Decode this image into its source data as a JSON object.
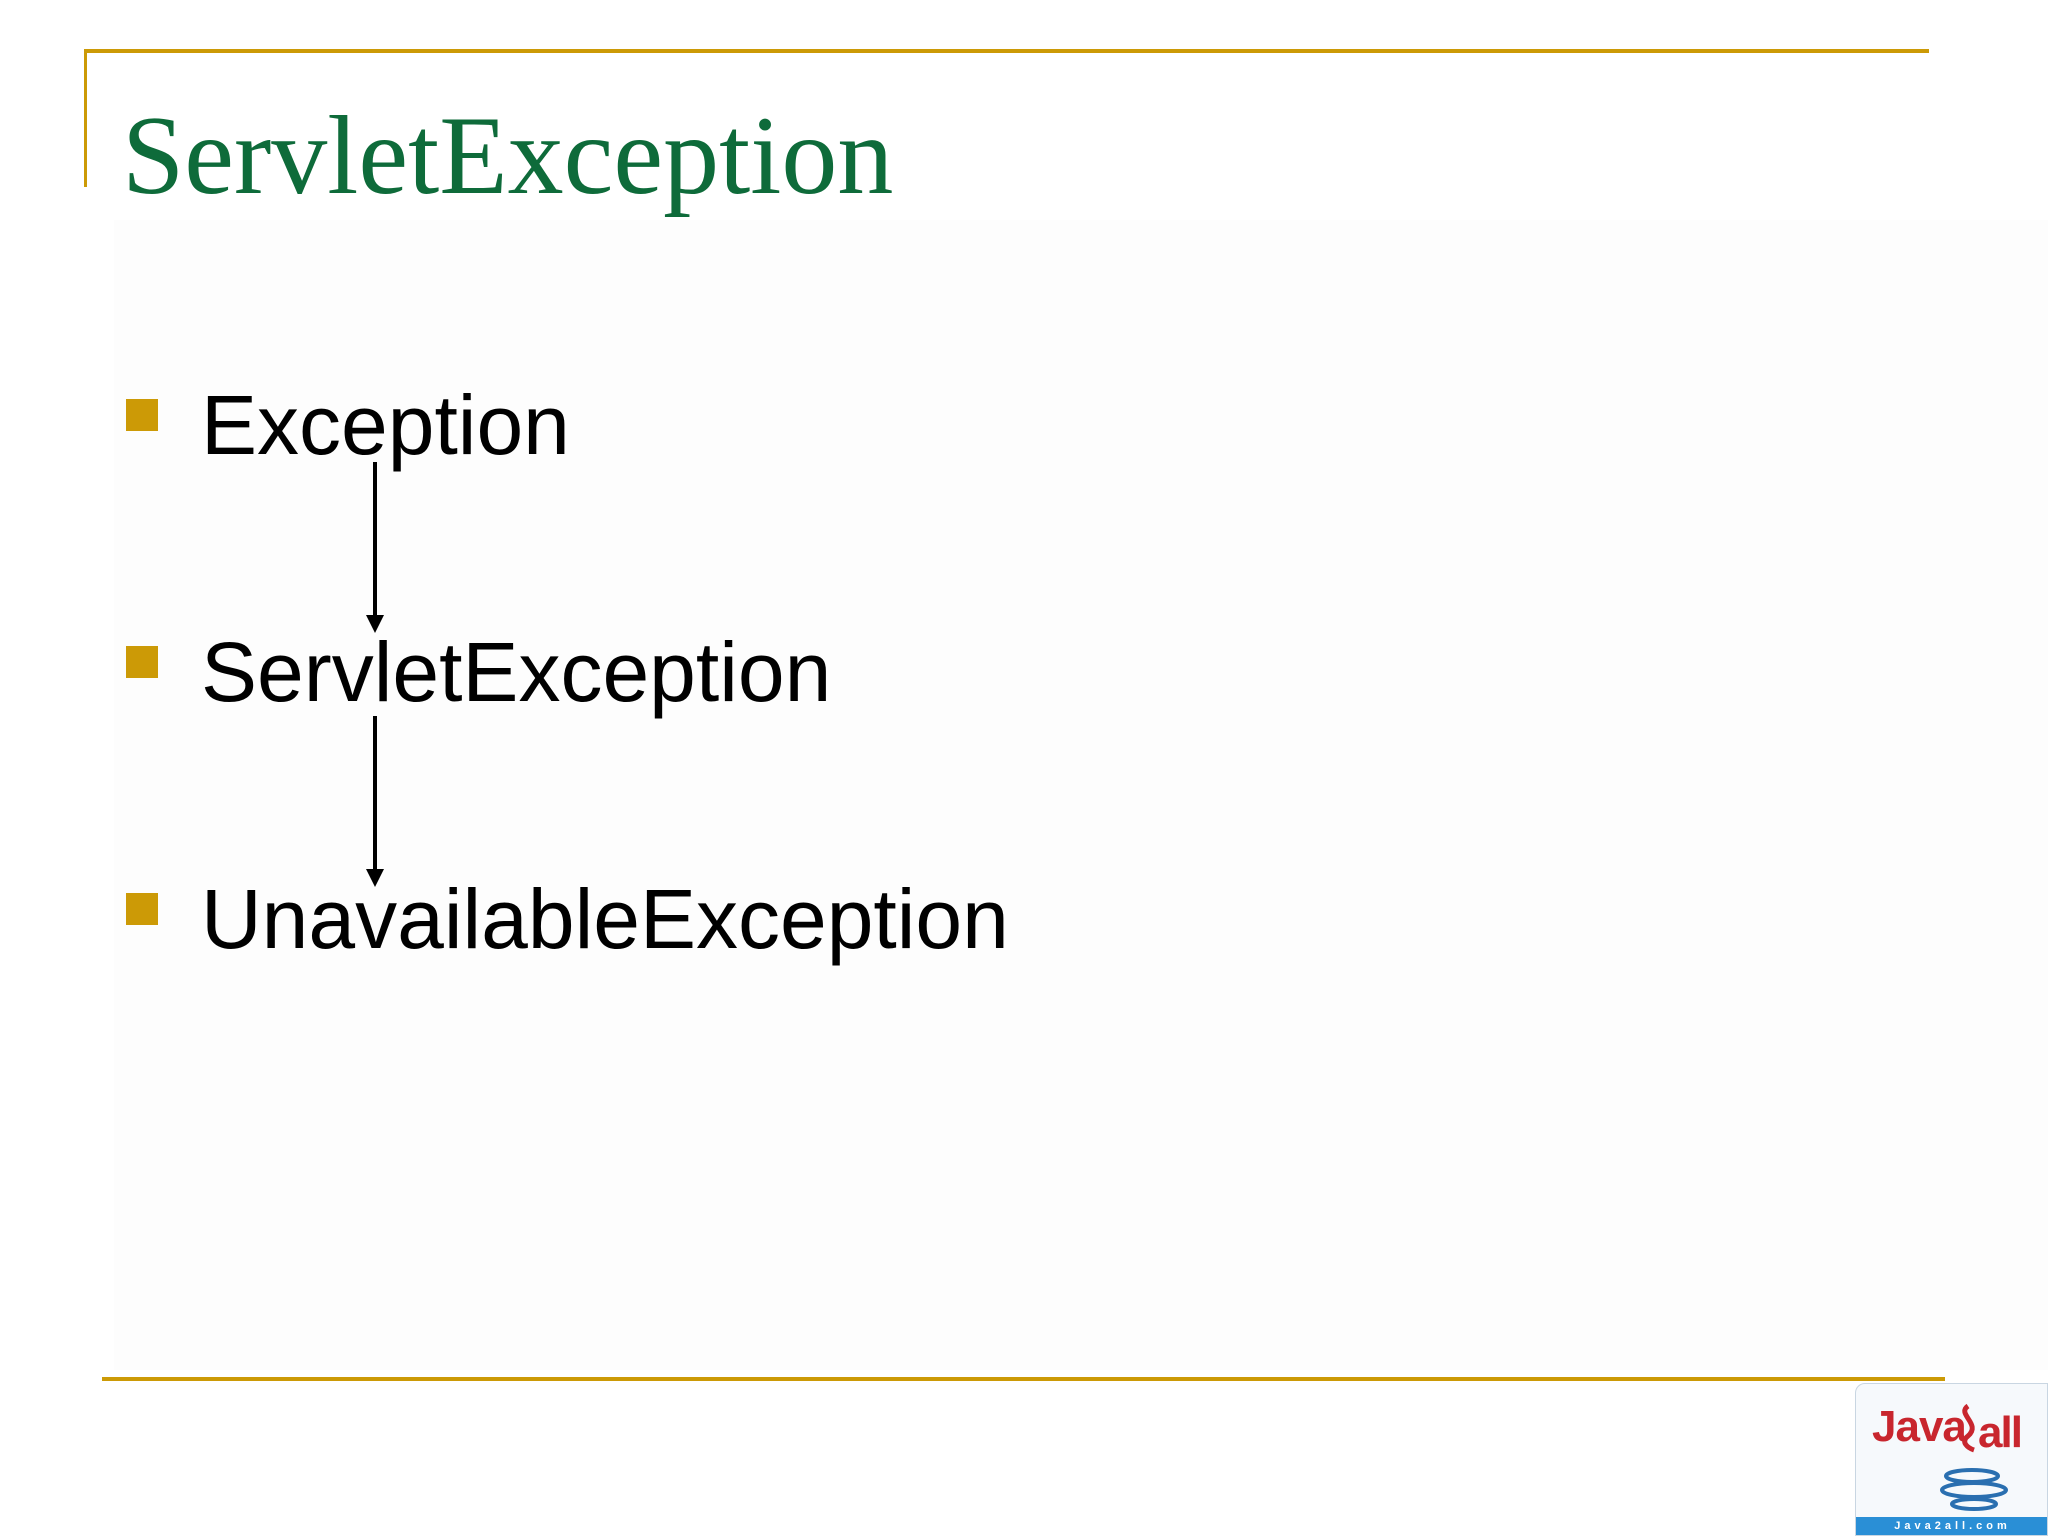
{
  "slide": {
    "title": "ServletException",
    "bullets": [
      {
        "text": "Exception"
      },
      {
        "text": "ServletException"
      },
      {
        "text": "UnavailableException"
      }
    ],
    "logo": {
      "brand_part1": "Java",
      "brand_part2": "all",
      "url_text": "Java2all.com"
    }
  },
  "colors": {
    "title": "#0e6b3a",
    "accent": "#cc9a06",
    "text": "#000000",
    "logo_red": "#c8262e",
    "logo_blue": "#2a8fd6"
  },
  "icons": {
    "bullet": "square-bullet",
    "arrow": "arrow-down",
    "logo_cup": "java-coffee-cup-icon"
  }
}
